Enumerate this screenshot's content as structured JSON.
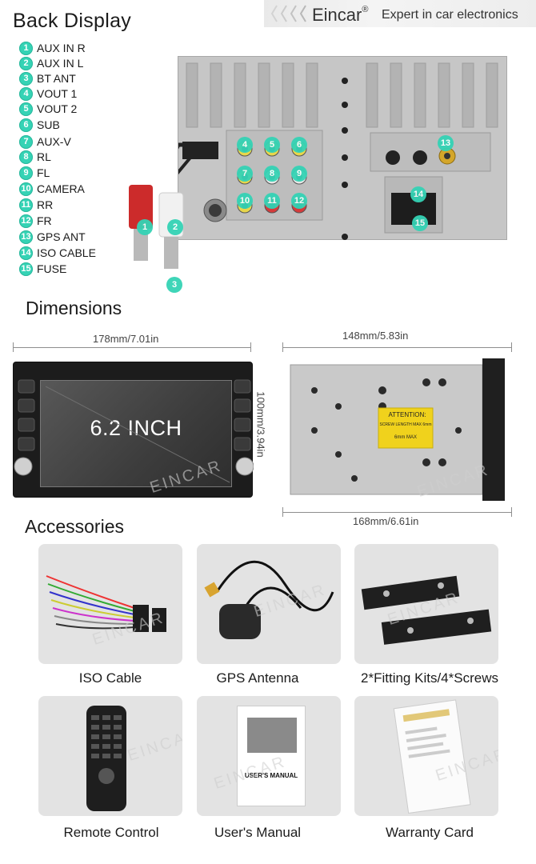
{
  "header": {
    "title": "Back Display",
    "brand": "Eincar",
    "brand_mark": "®",
    "tagline": "Expert in car electronics"
  },
  "legend": [
    {
      "n": "1",
      "label": "AUX IN R"
    },
    {
      "n": "2",
      "label": "AUX IN L"
    },
    {
      "n": "3",
      "label": "BT ANT"
    },
    {
      "n": "4",
      "label": "VOUT 1"
    },
    {
      "n": "5",
      "label": "VOUT 2"
    },
    {
      "n": "6",
      "label": "SUB"
    },
    {
      "n": "7",
      "label": "AUX-V"
    },
    {
      "n": "8",
      "label": "RL"
    },
    {
      "n": "9",
      "label": "FL"
    },
    {
      "n": "10",
      "label": "CAMERA"
    },
    {
      "n": "11",
      "label": "RR"
    },
    {
      "n": "12",
      "label": "FR"
    },
    {
      "n": "13",
      "label": "GPS ANT"
    },
    {
      "n": "14",
      "label": "ISO CABLE"
    },
    {
      "n": "15",
      "label": "FUSE"
    }
  ],
  "dimensions": {
    "title": "Dimensions",
    "width_front": "178mm/7.01in",
    "height": "100mm/3.94in",
    "depth_top": "148mm/5.83in",
    "depth_bottom": "168mm/6.61in",
    "screen_text": "6.2 INCH",
    "attention_title": "ATTENTION:",
    "attention_text": "SCREW LENGTH MAX 6mm",
    "attention_max": "6mm MAX"
  },
  "watermark": "EINCAR",
  "accessories": {
    "title": "Accessories",
    "items": [
      {
        "label": "ISO Cable",
        "icon": "iso-cable-icon"
      },
      {
        "label": "GPS Antenna",
        "icon": "gps-antenna-icon"
      },
      {
        "label": "2*Fitting Kits/4*Screws",
        "icon": "fitting-kits-icon"
      },
      {
        "label": "Remote Control",
        "icon": "remote-control-icon"
      },
      {
        "label": "User's Manual",
        "icon": "users-manual-icon"
      },
      {
        "label": "Warranty Card",
        "icon": "warranty-card-icon"
      }
    ],
    "manual_cover_title": "USER'S MANUAL"
  },
  "colors": {
    "badge": "#35d3b5",
    "panel": "#c6c6c6",
    "card_bg": "#e3e3e3",
    "attention": "#f0d21c"
  }
}
